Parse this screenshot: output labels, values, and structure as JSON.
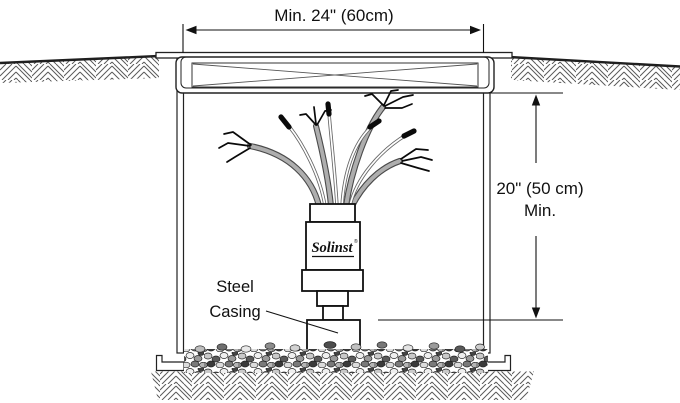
{
  "labels": {
    "top_dimension": "Min. 24\" (60cm)",
    "right_dimension": {
      "line1": "20\" (50 cm)",
      "line2": "Min."
    },
    "steel_casing": {
      "line1": "Steel",
      "line2": "Casing"
    }
  },
  "device": {
    "brand": "Solinst",
    "trademark": "®"
  },
  "colors": {
    "ink": "#1f1f1f",
    "cable_gray": "#a9a9a9",
    "hatch_gray": "#5a5a5a",
    "background": "#ffffff"
  }
}
